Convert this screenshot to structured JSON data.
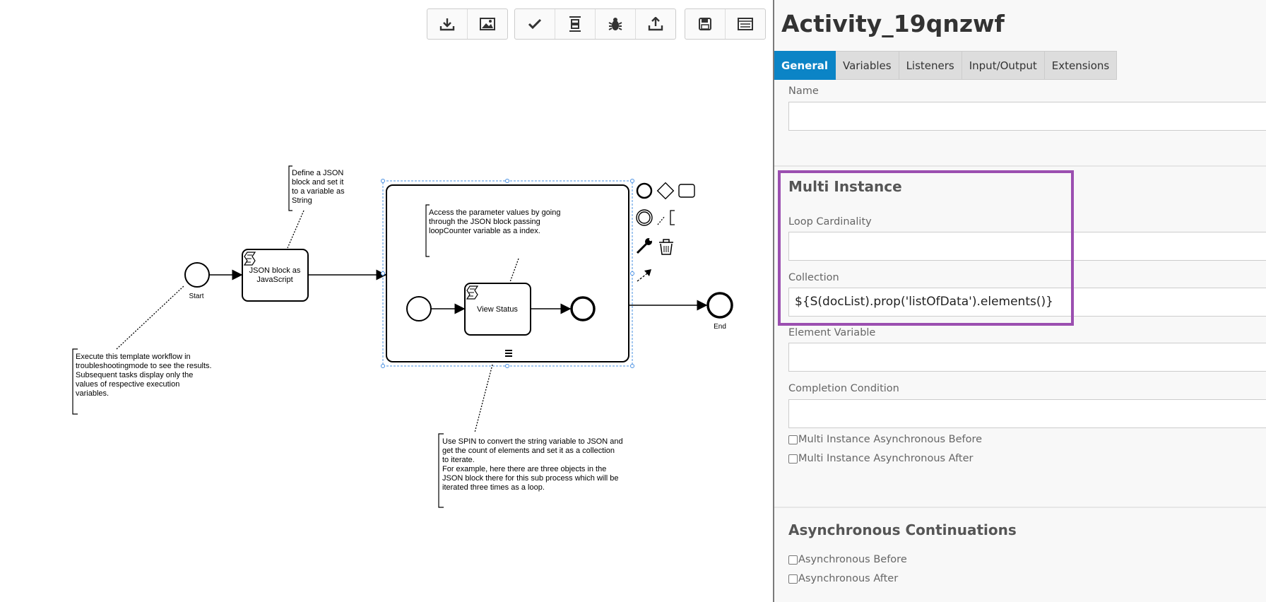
{
  "toolbar": {
    "groups": [
      [
        "download-icon",
        "image-icon"
      ],
      [
        "check-icon",
        "align-icon",
        "bug-icon",
        "deploy-icon"
      ],
      [
        "save-icon",
        "panel-icon"
      ]
    ]
  },
  "diagram": {
    "start_label": "Start",
    "end_label": "End",
    "task1_label_line1": "JSON block as",
    "task1_label_line2": "JavaScript",
    "task2_label": "View Status",
    "annotation_top": [
      "Define a JSON",
      "block and set it",
      "to a variable as",
      "String"
    ],
    "annotation_sub": [
      "Access the parameter values by going",
      "through the JSON block passing",
      "loopCounter variable as a index."
    ],
    "annotation_left": [
      "Execute this template workflow in",
      "troubleshootingmode to see the results.",
      "Subsequent tasks display only the",
      "values of respective execution",
      "variables."
    ],
    "annotation_bottom": [
      "Use SPIN to convert the string variable to JSON and",
      "get the count of elements and set it as a collection",
      "to iterate.",
      "For example, here there are three objects in the",
      "JSON block there for this sub process which will be",
      "iterated three times as a loop."
    ],
    "colors": {
      "stroke": "#000000",
      "selection": "#4a90e2"
    }
  },
  "panel": {
    "title": "Activity_19qnzwf",
    "tabs": [
      "General",
      "Variables",
      "Listeners",
      "Input/Output",
      "Extensions"
    ],
    "active_tab": "General",
    "name_label": "Name",
    "name_value": "",
    "multi_instance_title": "Multi Instance",
    "loop_cardinality_label": "Loop Cardinality",
    "loop_cardinality_value": "",
    "collection_label": "Collection",
    "collection_value": "${S(docList).prop('listOfData').elements()}",
    "element_variable_label": "Element Variable",
    "element_variable_value": "",
    "completion_condition_label": "Completion Condition",
    "completion_condition_value": "",
    "mi_async_before": "Multi Instance Asynchronous Before",
    "mi_async_after": "Multi Instance Asynchronous After",
    "async_title": "Asynchronous Continuations",
    "async_before": "Asynchronous Before",
    "async_after": "Asynchronous After",
    "colors": {
      "accent": "#0b84c6",
      "highlight": "#9b4fb0"
    }
  }
}
